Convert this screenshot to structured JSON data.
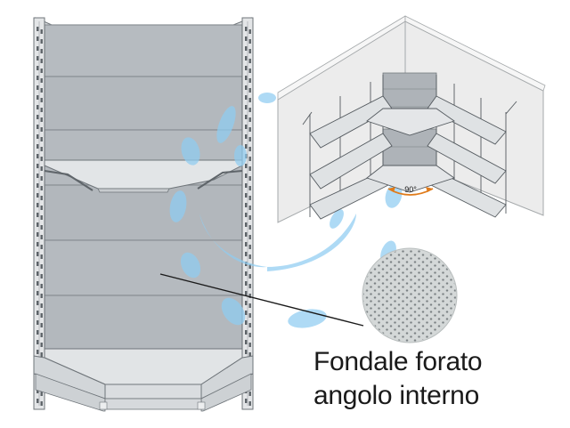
{
  "caption": {
    "line1": "Fondale forato",
    "line2": "angolo interno"
  },
  "diagram": {
    "angle_label": "90°"
  },
  "colors": {
    "panel": "#b4b9be",
    "panel_dark": "#a9aeb3",
    "upright": "#e2e4e6",
    "shelf": "#dfe2e4",
    "wall": "#ececec",
    "accent_blue": "#7fc3ee",
    "angle_arrow": "#e07b1a",
    "caption_text": "#1a1a1a"
  }
}
